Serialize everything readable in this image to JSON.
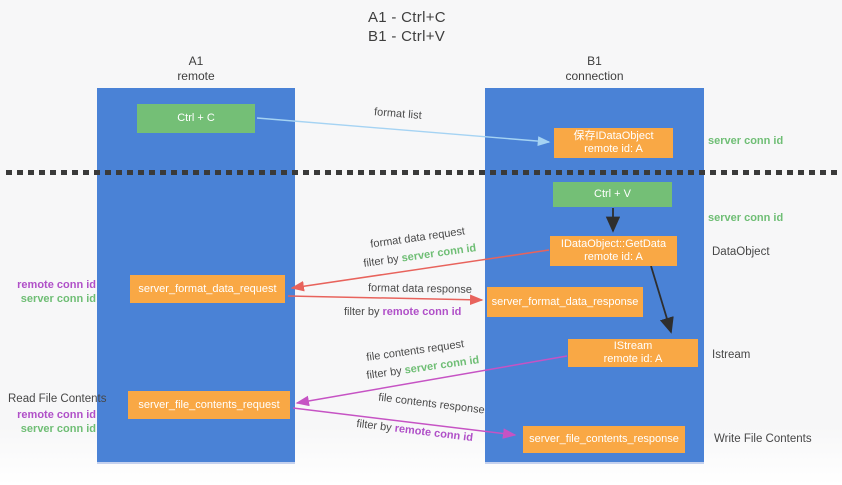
{
  "title": {
    "line1": "A1 - Ctrl+C",
    "line2": "B1 - Ctrl+V"
  },
  "columns": {
    "a1": {
      "name": "A1",
      "subtitle": "remote"
    },
    "b1": {
      "name": "B1",
      "subtitle": "connection"
    }
  },
  "nodes": {
    "ctrl_c": {
      "label": "Ctrl + C"
    },
    "save_dataobject": {
      "line1": "保存IDataObject",
      "line2": "remote id: A"
    },
    "ctrl_v": {
      "label": "Ctrl + V"
    },
    "getdata": {
      "line1": "IDataObject::GetData",
      "line2": "remote id: A"
    },
    "format_request": {
      "label": "server_format_data_request"
    },
    "format_response": {
      "label": "server_format_data_response"
    },
    "istream": {
      "line1": "IStream",
      "line2": "remote id: A"
    },
    "file_request": {
      "label": "server_file_contents_request"
    },
    "file_response": {
      "label": "server_file_contents_response"
    }
  },
  "side_labels": {
    "server_conn_id_top": "server conn id",
    "server_conn_id_mid": "server conn id",
    "data_object": "DataObject",
    "istream": "Istream",
    "read_file_contents": "Read File Contents",
    "write_file_contents": "Write File Contents",
    "remote_conn_id_format": "remote conn id",
    "server_conn_id_format": "server conn id",
    "remote_conn_id_file": "remote conn id",
    "server_conn_id_file": "server conn id"
  },
  "edge_labels": {
    "format_list": "format list",
    "format_data_request": "format data request",
    "format_data_response": "format data response",
    "file_contents_request": "file contents request",
    "file_contents_response": "file contents response",
    "filter_prefix": "filter by",
    "server_conn_id": "server conn id",
    "remote_conn_id": "remote conn id"
  },
  "colors": {
    "column_blue": "#4a82d6",
    "green_box": "#74bf76",
    "orange_box": "#f9a845",
    "arrow_blue": "#a5d3f3",
    "arrow_red": "#e8635c",
    "arrow_magenta": "#c653c4",
    "arrow_black": "#2e2e2e",
    "label_green": "#6fbe75",
    "label_purple": "#b050c8",
    "text_dark": "#3e3e3e",
    "background": "#f7f7f8"
  }
}
